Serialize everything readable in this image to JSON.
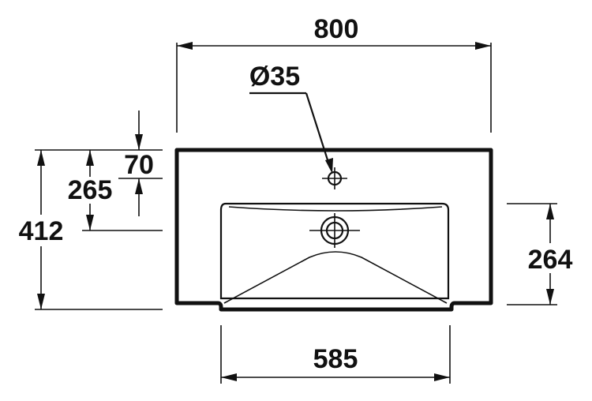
{
  "drawing": {
    "line_color": "#111111",
    "background": "#ffffff",
    "dimensions": {
      "overall_width": "800",
      "tap_hole_diameter": "Ø35",
      "tap_hole_offset": "70",
      "drain_offset": "265",
      "overall_depth": "412",
      "bowl_depth": "264",
      "bowl_width": "585"
    }
  }
}
